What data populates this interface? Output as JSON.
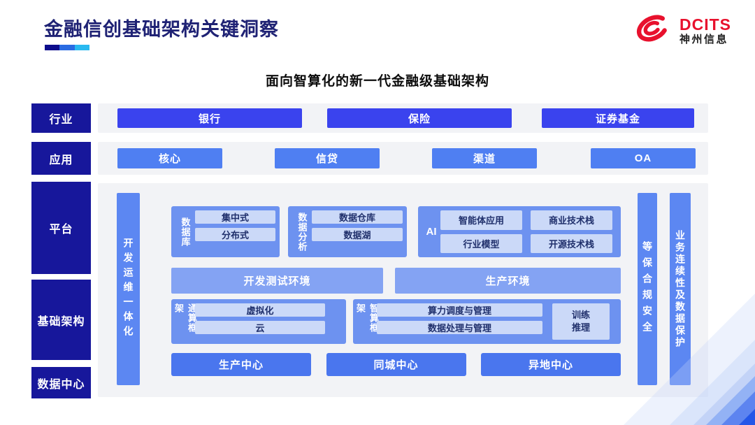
{
  "header": {
    "title": "金融信创基础架构关键洞察",
    "logo": {
      "brand": "DCITS",
      "company": "神州信息"
    }
  },
  "subtitle": "面向智算化的新一代金融级基础架构",
  "sidebar": {
    "items": [
      {
        "label": "行业"
      },
      {
        "label": "应用"
      },
      {
        "label": "平台"
      },
      {
        "label": "基础架构"
      },
      {
        "label": "数据中心"
      }
    ]
  },
  "industry_row": {
    "items": [
      "银行",
      "保险",
      "证券基金"
    ]
  },
  "application_row": {
    "items": [
      "核心",
      "信贷",
      "渠道",
      "OA"
    ]
  },
  "platform": {
    "left_bar": "开发运维一体化",
    "right_bars": [
      "等保合规安全",
      "业务连续性及数据保护"
    ],
    "sections": {
      "database": {
        "label": "数据库",
        "items": [
          "集中式",
          "分布式"
        ]
      },
      "analytics": {
        "label": "数据分析",
        "items": [
          "数据仓库",
          "数据湖"
        ]
      },
      "ai": {
        "label": "AI",
        "items": [
          "智能体应用",
          "商业技术栈",
          "行业模型",
          "开源技术栈"
        ]
      }
    },
    "environments": [
      "开发测试环境",
      "生产环境"
    ],
    "frameworks": {
      "general": {
        "label": "通算框架",
        "items": [
          "虚拟化",
          "云"
        ]
      },
      "intelligent": {
        "label": "智算框架",
        "items": [
          "算力调度与管理",
          "数据处理与管理"
        ],
        "side_item": "训练\n推理"
      }
    },
    "centers": [
      "生产中心",
      "同城中心",
      "异地中心"
    ]
  },
  "colors": {
    "title_navy": "#1f2274",
    "sidebar_navy": "#17179b",
    "brand_red": "#e8112d",
    "industry_button_blue": "#3a43ee",
    "application_button_blue": "#4f7ff2",
    "bar_blue": "#5c87f2",
    "section_blue": "#6d92f0",
    "inner_box_blue": "#cbd9f8",
    "environment_blue": "#84a3f3",
    "center_blue": "#4a76ee",
    "panel_gray": "#f2f3f6",
    "underline": [
      "#0d0d8c",
      "#2a6be2",
      "#29b9f0"
    ]
  }
}
